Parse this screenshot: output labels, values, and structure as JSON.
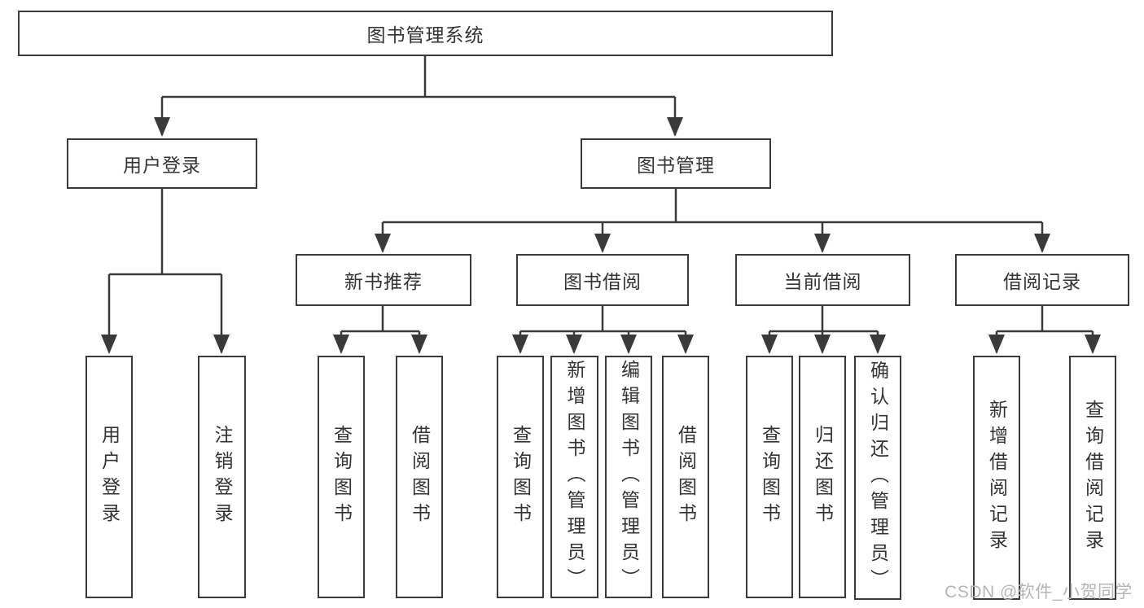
{
  "tree": {
    "root": "图书管理系统",
    "user_login": {
      "label": "用户登录",
      "children": [
        "用户登录",
        "注销登录"
      ]
    },
    "book_mgmt": {
      "label": "图书管理",
      "sections": [
        {
          "label": "新书推荐",
          "children": [
            "查询图书",
            "借阅图书"
          ]
        },
        {
          "label": "图书借阅",
          "children": [
            "查询图书",
            "新增图书（管理员）",
            "编辑图书（管理员）",
            "借阅图书"
          ]
        },
        {
          "label": "当前借阅",
          "children": [
            "查询图书",
            "归还图书",
            "确认归还（管理员）"
          ]
        },
        {
          "label": "借阅记录",
          "children": [
            "新增借阅记录",
            "查询借阅记录"
          ]
        }
      ]
    }
  },
  "watermark": {
    "text": "CSDN @软件_小贺同学"
  },
  "colors": {
    "line": "#3a3a3a",
    "text": "#333333",
    "watermark": "#b9b4b4",
    "background": "#ffffff"
  }
}
